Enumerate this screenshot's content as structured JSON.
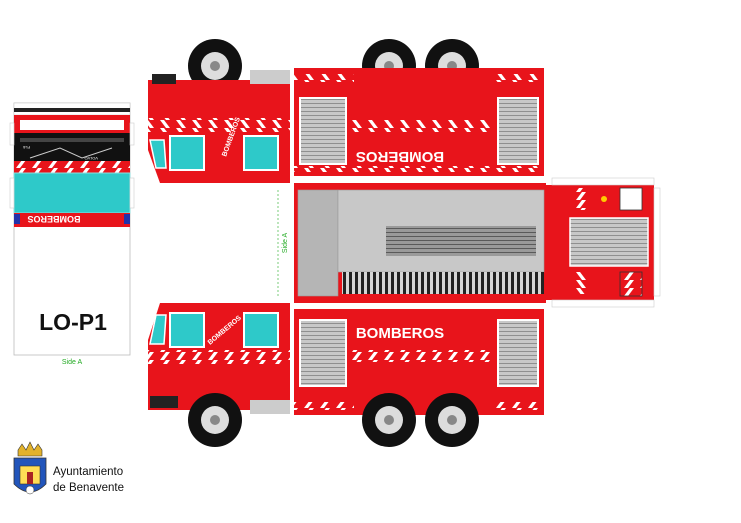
{
  "labels": {
    "bomberos": "BOMBEROS",
    "side_a": "Side A",
    "plate": "LO-P1",
    "volvo": "VOLVO",
    "fl6": "FL6"
  },
  "logo": {
    "line1": "Ayuntamiento",
    "line2": "de Benavente"
  },
  "colors": {
    "body_red": "#e8141b",
    "window_cyan": "#2ec9c9",
    "stripe_white": "#ffffff",
    "panel_grey": "#bdbdbd",
    "tire_black": "#111111",
    "side_label_green": "#22aa22"
  }
}
